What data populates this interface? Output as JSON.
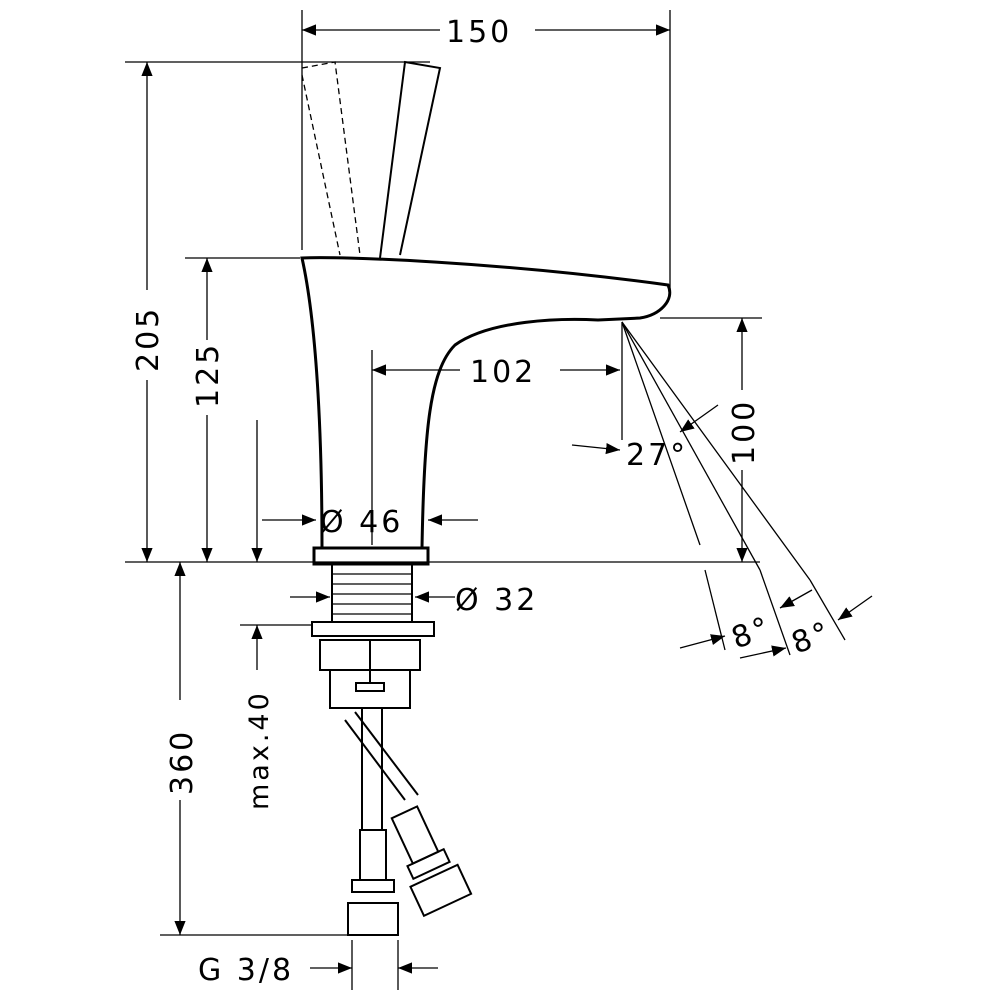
{
  "dimensions": {
    "width_total": "150",
    "height_total": "205",
    "height_spout": "125",
    "projection": "102",
    "spout_clearance": "100",
    "spray_angle": "27°",
    "base_diameter": "Ø 46",
    "thread_diameter": "Ø 32",
    "spray_angle_a": "8°",
    "spray_angle_b": "8°",
    "max_thickness": "max.40",
    "hose_length": "360",
    "connection": "G 3/8"
  }
}
